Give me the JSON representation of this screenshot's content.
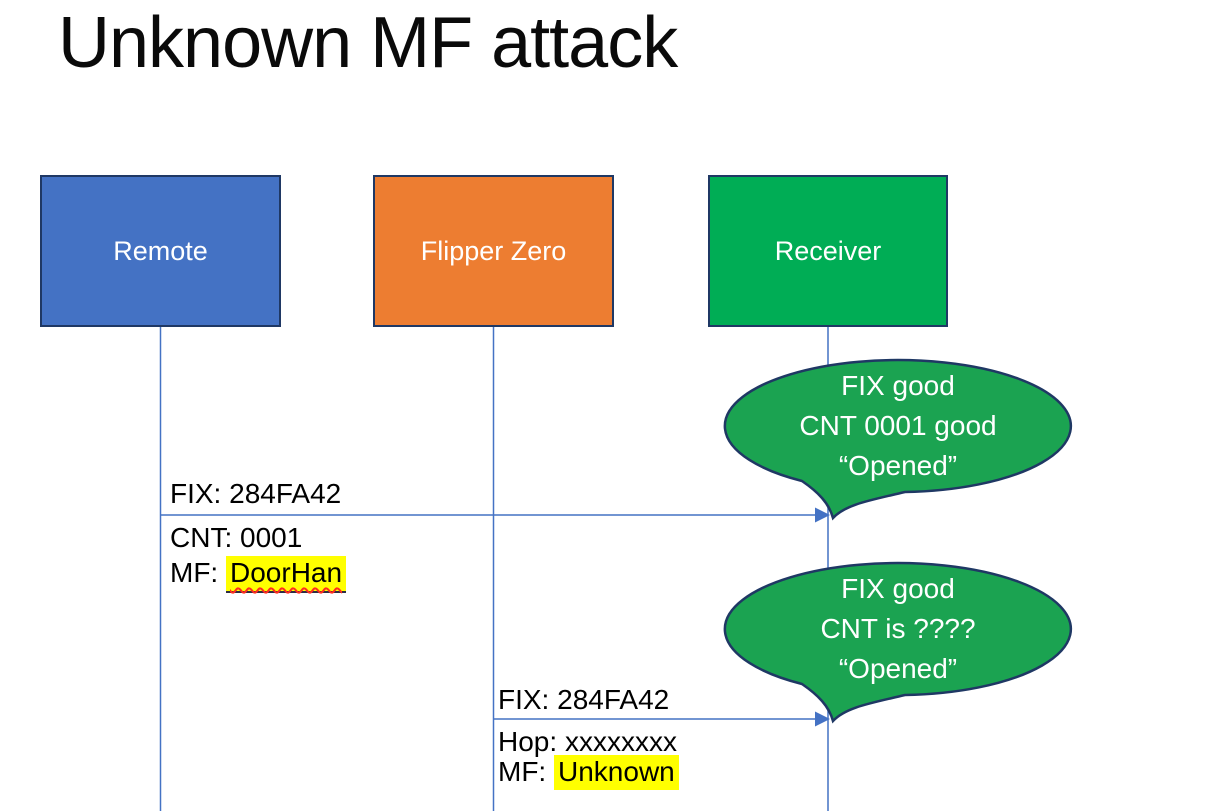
{
  "slide": {
    "title": "Unknown MF attack"
  },
  "actors": [
    {
      "label": "Remote"
    },
    {
      "label": "Flipper Zero"
    },
    {
      "label": "Receiver"
    }
  ],
  "messages": [
    {
      "above": "FIX: 284FA42",
      "line2": "CNT: 0001",
      "line3_prefix": "MF: ",
      "line3_value": "DoorHan"
    },
    {
      "above": "FIX: 284FA42",
      "line2_prefix": "Hop: ",
      "line2_value": "xxxxxxxx",
      "line3_prefix": "MF: ",
      "line3_value": "Unknown"
    }
  ],
  "callouts": [
    {
      "line1": "FIX good",
      "line2": "CNT 0001 good",
      "line3": "“Opened”"
    },
    {
      "line1": "FIX good",
      "line2": "CNT is ????",
      "line3": "“Opened”"
    }
  ],
  "colors": {
    "remote_fill": "#4472C4",
    "flipper_fill": "#ED7D31",
    "receiver_fill": "#00AD55",
    "callout_fill": "#1BA351",
    "outline": "#1F3864",
    "connector": "#4472C4",
    "highlight": "#FFFF00"
  }
}
